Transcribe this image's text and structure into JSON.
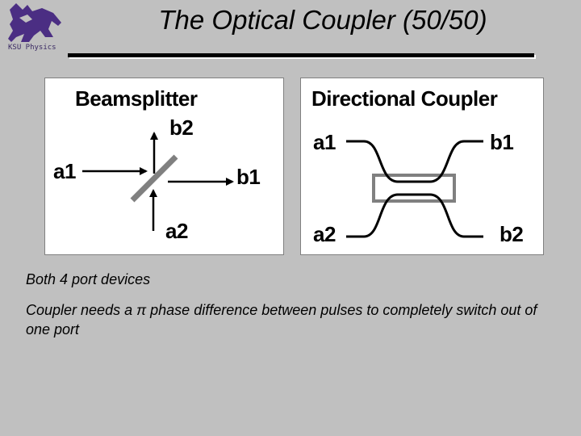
{
  "slide": {
    "title": "The Optical Coupler (50/50)",
    "logo_text": "KSU Physics"
  },
  "beamsplitter": {
    "heading": "Beamsplitter",
    "port_b2": "b2",
    "port_a1": "a1",
    "port_b1": "b1",
    "port_a2": "a2"
  },
  "directional_coupler": {
    "heading": "Directional Coupler",
    "port_a1": "a1",
    "port_b1": "b1",
    "port_a2": "a2",
    "port_b2": "b2"
  },
  "notes": [
    "Both 4 port devices",
    "Coupler needs a π phase difference between pulses to completely switch out of one port"
  ],
  "colors": {
    "background": "#c0c0c0",
    "panel": "#ffffff",
    "logo_purple": "#4b2e83",
    "splitter_gray": "#808080"
  },
  "icons": {
    "logo": "wildcat-logo-icon"
  }
}
